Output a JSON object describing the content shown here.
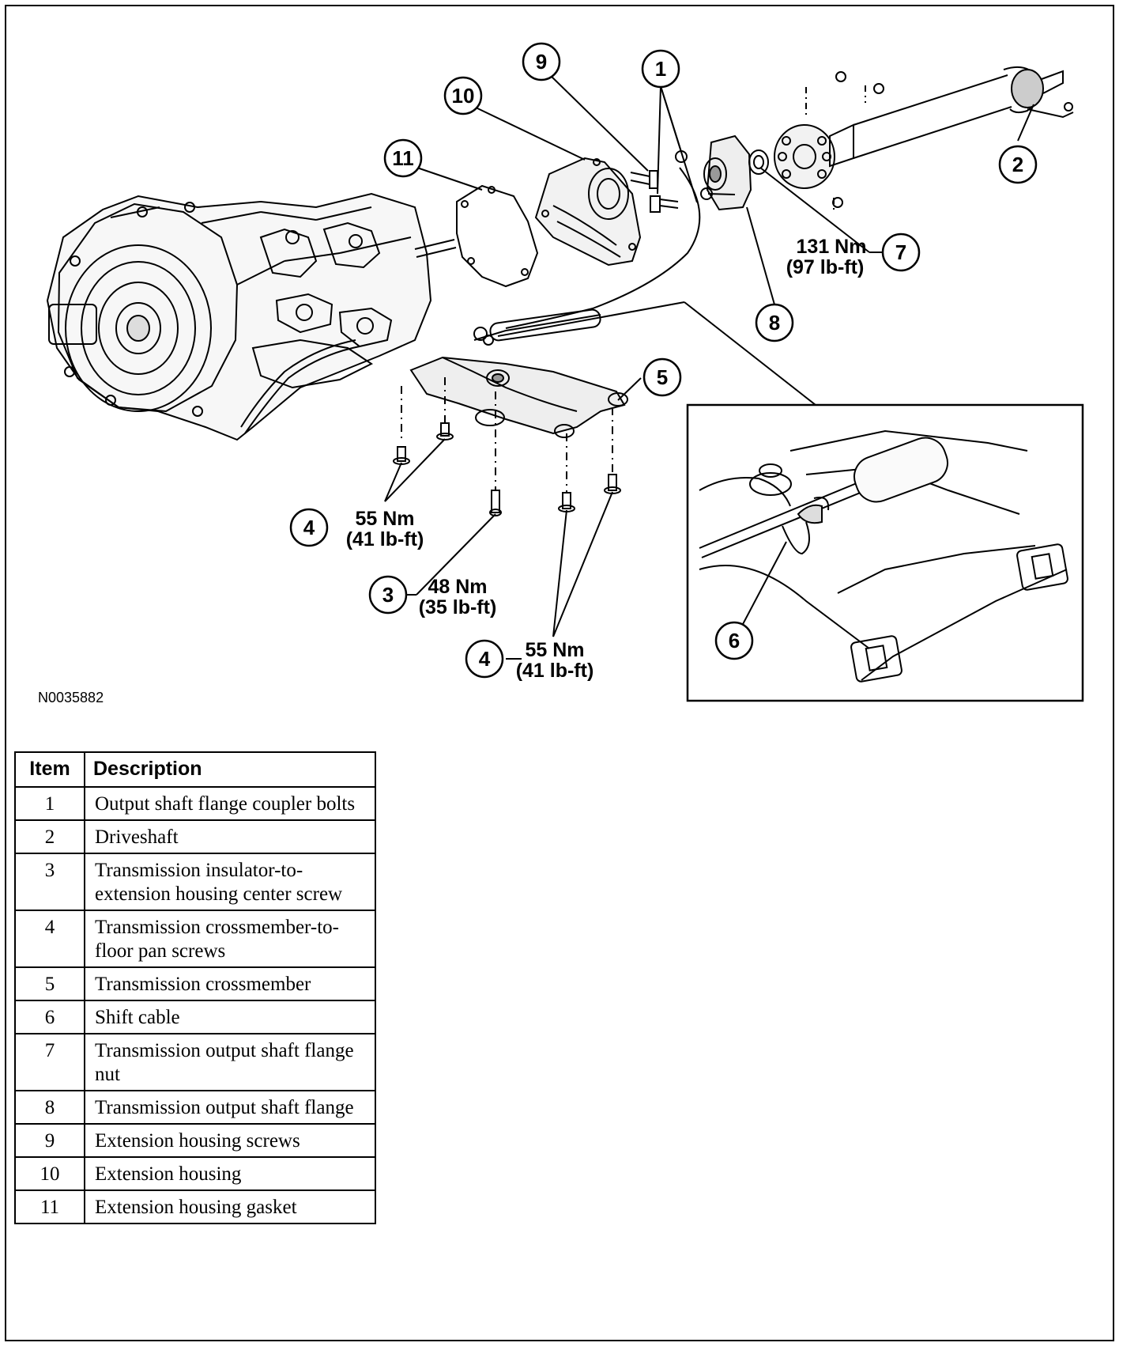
{
  "figure": {
    "reference_code": "N0035882",
    "callouts": [
      {
        "id": "c1",
        "label": "1"
      },
      {
        "id": "c2",
        "label": "2"
      },
      {
        "id": "c3",
        "label": "3"
      },
      {
        "id": "c4a",
        "label": "4"
      },
      {
        "id": "c4b",
        "label": "4"
      },
      {
        "id": "c5",
        "label": "5"
      },
      {
        "id": "c6",
        "label": "6"
      },
      {
        "id": "c7",
        "label": "7"
      },
      {
        "id": "c8",
        "label": "8"
      },
      {
        "id": "c9",
        "label": "9"
      },
      {
        "id": "c10",
        "label": "10"
      },
      {
        "id": "c11",
        "label": "11"
      }
    ],
    "torques": {
      "t7": {
        "nm": "131 Nm",
        "lbft": "(97 lb-ft)"
      },
      "t4a": {
        "nm": "55 Nm",
        "lbft": "(41 lb-ft)"
      },
      "t3": {
        "nm": "48 Nm",
        "lbft": "(35 lb-ft)"
      },
      "t4b": {
        "nm": "55 Nm",
        "lbft": "(41 lb-ft)"
      }
    }
  },
  "legend": {
    "headers": {
      "item": "Item",
      "description": "Description"
    },
    "rows": [
      {
        "item": "1",
        "description": "Output shaft flange coupler bolts"
      },
      {
        "item": "2",
        "description": "Driveshaft"
      },
      {
        "item": "3",
        "description": "Transmission insulator-to-extension housing center screw"
      },
      {
        "item": "4",
        "description": "Transmission crossmember-to-floor pan screws"
      },
      {
        "item": "5",
        "description": "Transmission crossmember"
      },
      {
        "item": "6",
        "description": "Shift cable"
      },
      {
        "item": "7",
        "description": "Transmission output shaft flange nut"
      },
      {
        "item": "8",
        "description": "Transmission output shaft flange"
      },
      {
        "item": "9",
        "description": "Extension housing screws"
      },
      {
        "item": "10",
        "description": "Extension housing"
      },
      {
        "item": "11",
        "description": "Extension housing gasket"
      }
    ]
  }
}
